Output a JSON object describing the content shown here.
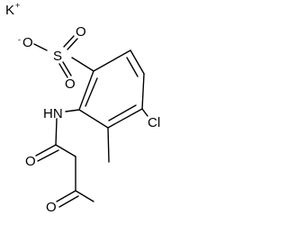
{
  "molecule": {
    "counter_ion": {
      "symbol": "K",
      "charge": "+"
    },
    "sulfonate": {
      "oxygen_charged": {
        "symbol": "O",
        "charge": "-"
      },
      "sulfur": "S",
      "oxygen_top": "O",
      "oxygen_bottom": "O"
    },
    "amide_nh": "HN",
    "chlorine": "Cl",
    "amide_oxygen": "O",
    "ketone_oxygen": "O"
  }
}
